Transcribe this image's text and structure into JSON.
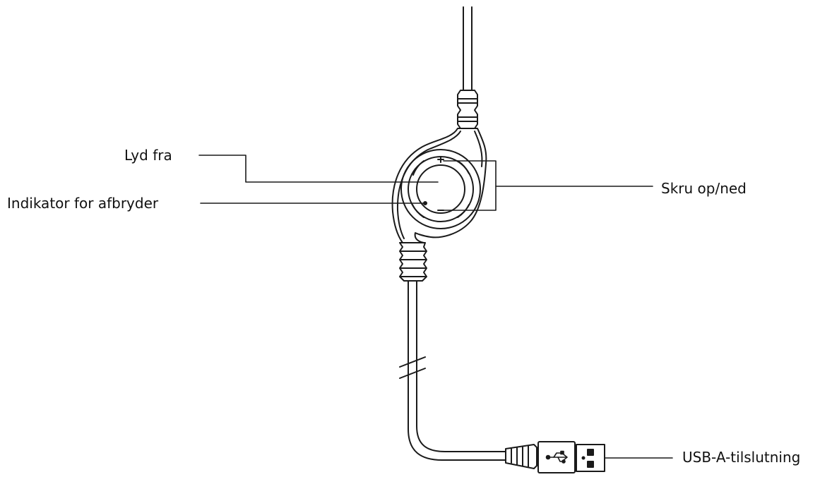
{
  "labels": {
    "mute": "Lyd fra",
    "mute_indicator": "Indikator for afbryder",
    "volume": "Skru op/ned",
    "usb_connector": "USB-A-tilslutning"
  },
  "icons": {
    "usb_symbol": "usb-icon"
  },
  "colors": {
    "line": "#1a1a1a",
    "background": "#ffffff"
  }
}
